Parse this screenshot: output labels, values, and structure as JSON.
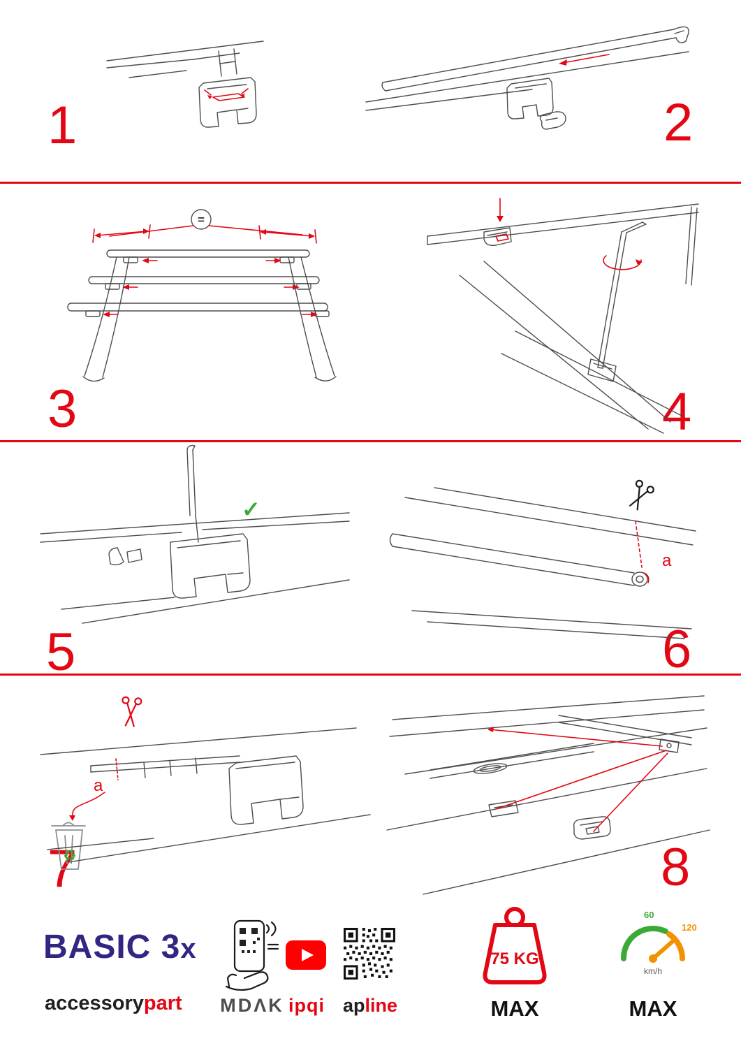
{
  "page": {
    "accent_red": "#e30613",
    "drawing_gray": "#4d4d4d",
    "check_green": "#3aaa35",
    "brand_blue": "#312783"
  },
  "steps": [
    {
      "number": "1"
    },
    {
      "number": "2"
    },
    {
      "number": "3",
      "equal_label": "="
    },
    {
      "number": "4"
    },
    {
      "number": "5"
    },
    {
      "number": "6",
      "part_label": "a"
    },
    {
      "number": "7",
      "part_label": "a"
    },
    {
      "number": "8"
    }
  ],
  "icons": {
    "check": "✓",
    "recycle": "♻"
  },
  "footer": {
    "brand_main": "BASIC 3",
    "brand_x": "x",
    "brand_sub_dark": "accessory",
    "brand_sub_red": "part",
    "partner_mdak": "MDΛK",
    "partner_ipqi": "ipqi",
    "partner_apline_dark": "ap",
    "partner_apline_red": "line",
    "weight_label": "75 KG",
    "weight_max": "MAX",
    "speed_low": "60",
    "speed_high": "120",
    "speed_unit": "km/h",
    "speed_max": "MAX"
  }
}
